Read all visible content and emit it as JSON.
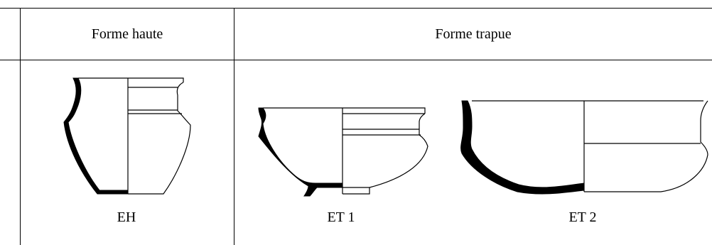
{
  "headers": {
    "col1": "Forme haute",
    "col2": "Forme trapue"
  },
  "vessels": [
    {
      "label": "EH"
    },
    {
      "label": "ET 1"
    },
    {
      "label": "ET 2"
    }
  ]
}
